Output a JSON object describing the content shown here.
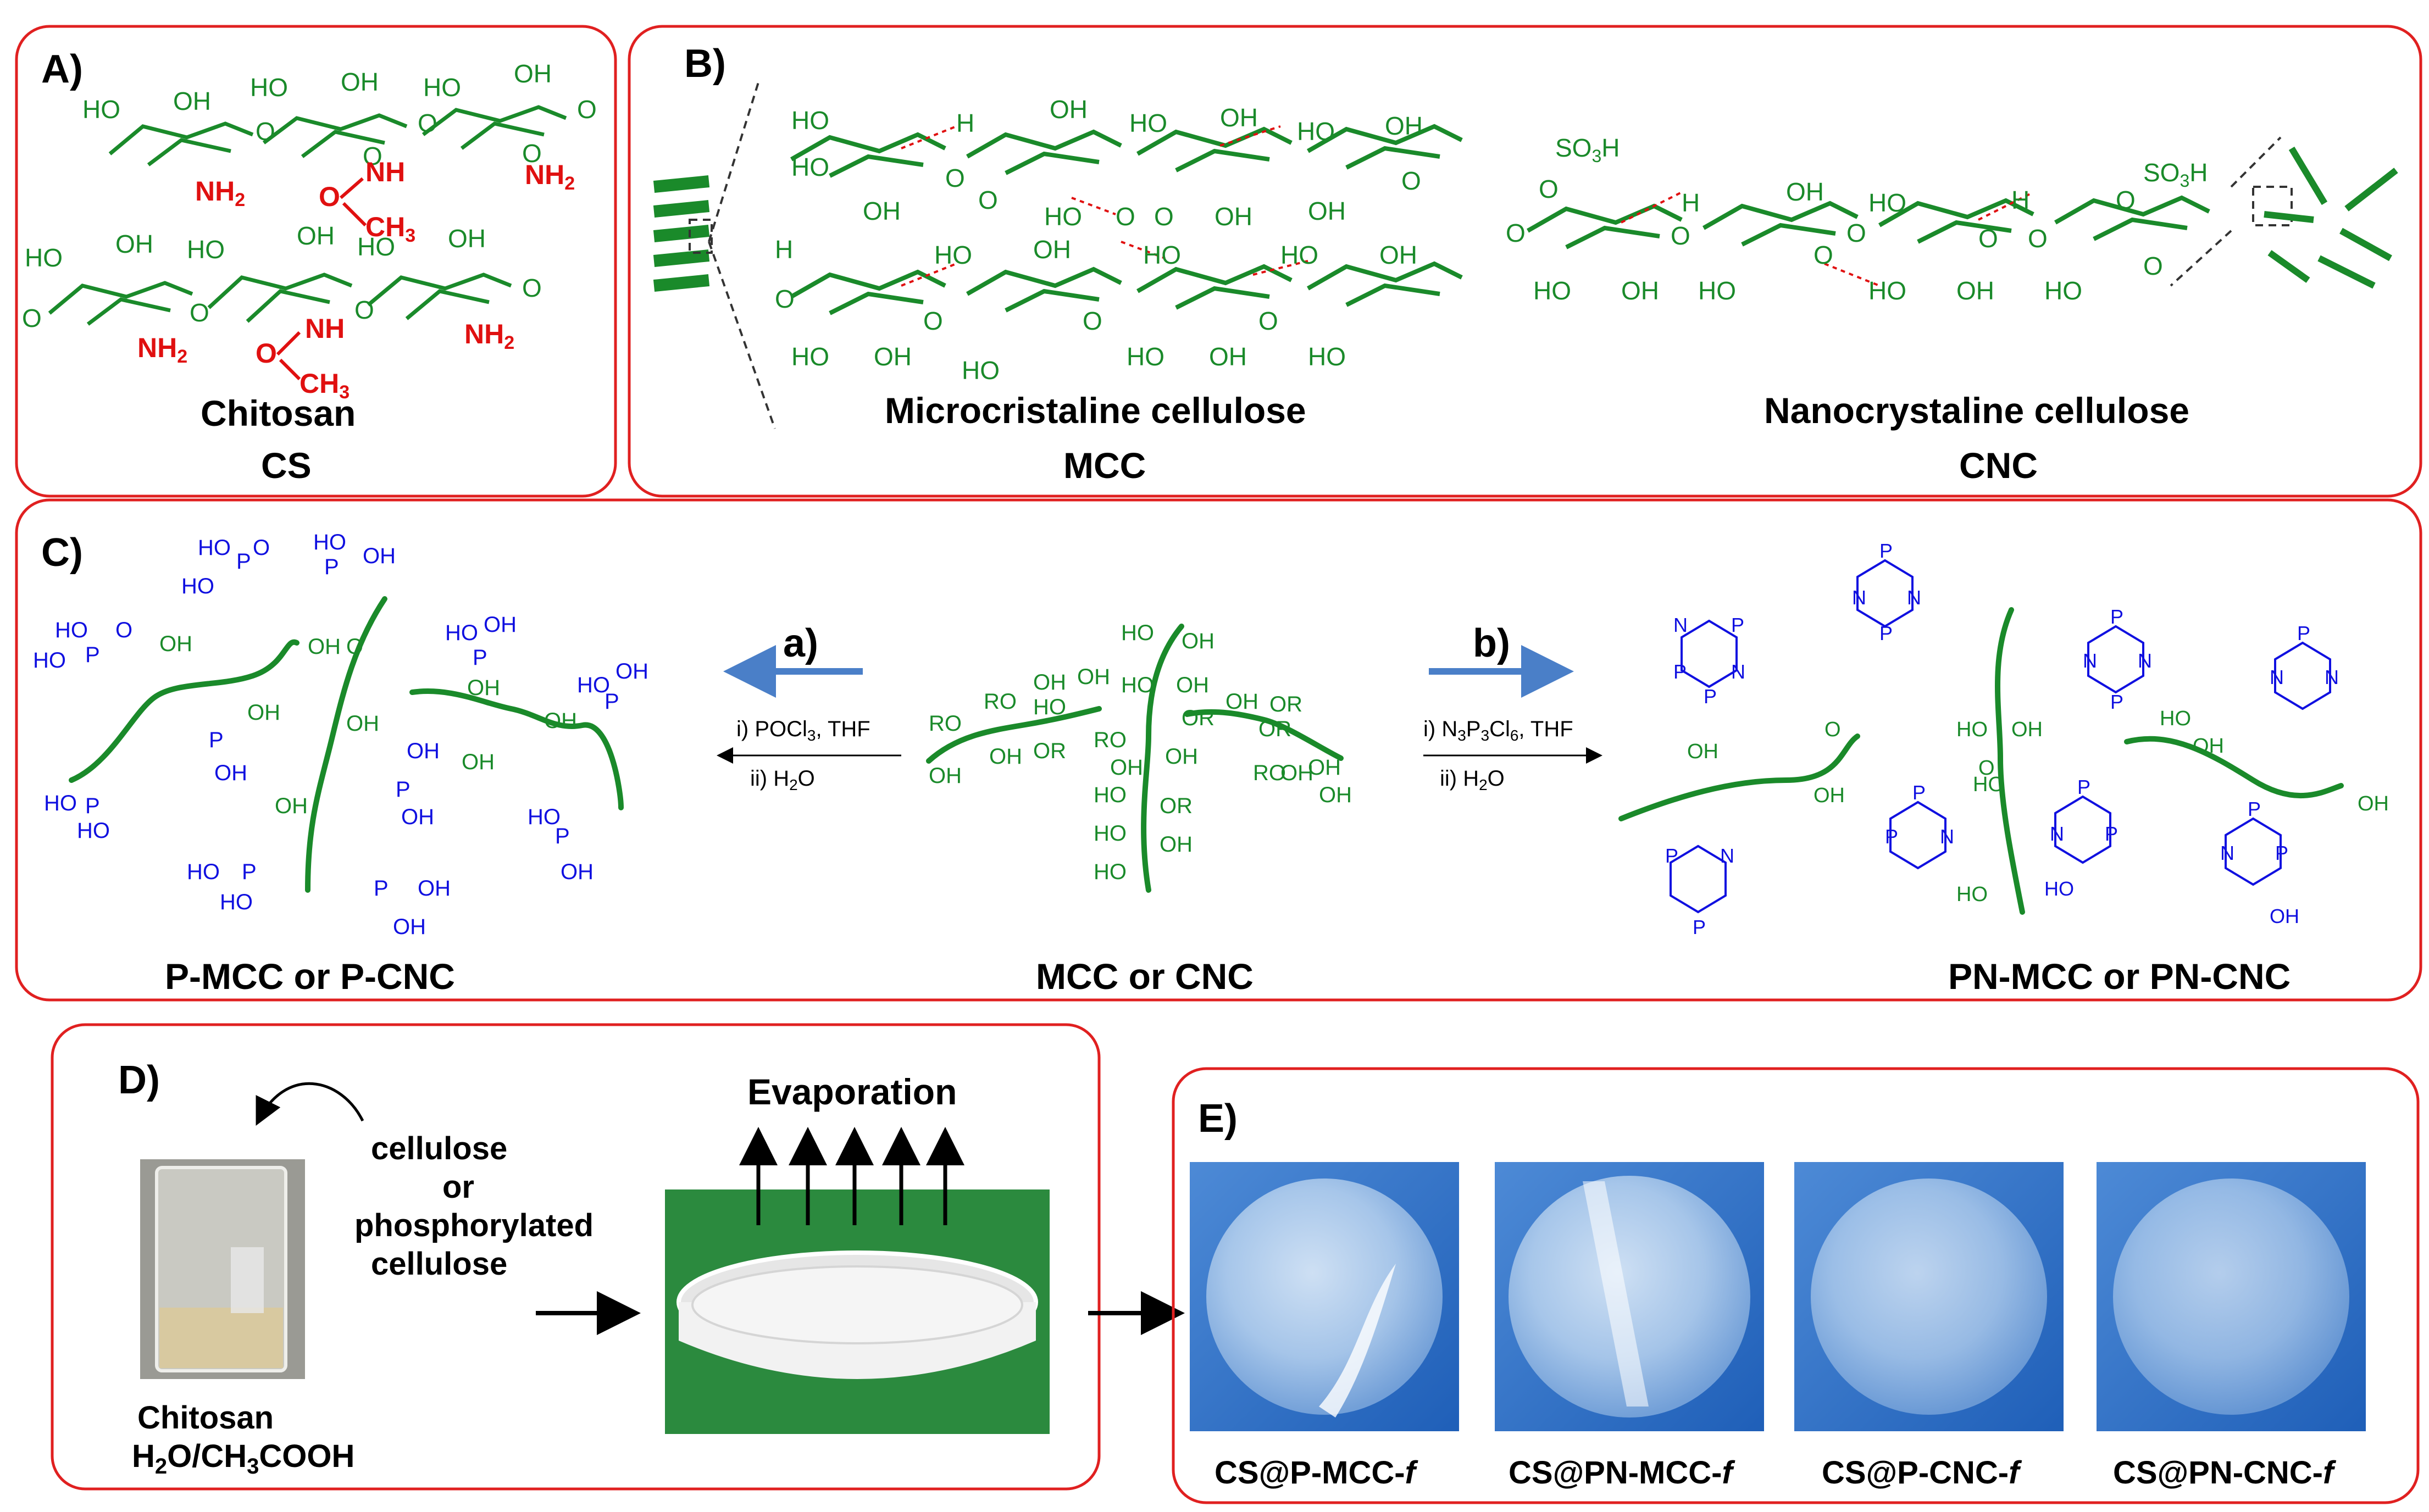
{
  "panels": {
    "A": {
      "label": "A)",
      "name": "Chitosan",
      "abbr": "CS"
    },
    "B": {
      "label": "B)",
      "left_name": "Microcristaline cellulose",
      "left_abbr": "MCC",
      "right_name": "Nanocrystaline cellulose",
      "right_abbr": "CNC"
    },
    "C": {
      "label": "C)",
      "left_name": "P-MCC or P-CNC",
      "center_name": "MCC or CNC",
      "right_name": "PN-MCC or PN-CNC",
      "route_a": {
        "label": "a)",
        "step1": "i) POCl",
        "step1_sub": "3",
        "step1_tail": ", THF",
        "step2": "ii) H",
        "step2_sub": "2",
        "step2_tail": "O"
      },
      "route_b": {
        "label": "b)",
        "step1": "i) N",
        "step1_s1": "3",
        "step1_p": "P",
        "step1_s2": "3",
        "step1_cl": "Cl",
        "step1_s3": "6",
        "step1_tail": ", THF",
        "step2": "ii) H",
        "step2_sub": "2",
        "step2_tail": "O"
      }
    },
    "D": {
      "label": "D)",
      "additive_line1": "cellulose",
      "additive_line2": "or",
      "additive_line3": "phosphorylated",
      "additive_line4": "cellulose",
      "solution_line1": "Chitosan",
      "solution_line2_a": "H",
      "solution_line2_s1": "2",
      "solution_line2_b": "O/CH",
      "solution_line2_s2": "3",
      "solution_line2_c": "COOH",
      "evaporation": "Evaporation"
    },
    "E": {
      "label": "E)",
      "films": [
        {
          "prefix": "CS@P-MCC-",
          "suffix": "f"
        },
        {
          "prefix": "CS@PN-MCC-",
          "suffix": "f"
        },
        {
          "prefix": "CS@P-CNC-",
          "suffix": "f"
        },
        {
          "prefix": "CS@PN-CNC-",
          "suffix": "f"
        }
      ]
    }
  },
  "chem_labels": {
    "ho": "HO",
    "oh": "OH",
    "o": "O",
    "h": "H",
    "nh2": "NH",
    "two": "2",
    "nh": "NH",
    "ch3": "CH",
    "three": "3",
    "so3h": "SO",
    "p": "P",
    "n": "N",
    "or": "OR",
    "ro": "RO"
  },
  "colors": {
    "panel_border": "#e02020",
    "cellulose_green": "#1a8a2a",
    "chitosan_red": "#e01010",
    "phosphorus_blue": "#1010e0",
    "arrow_blue": "#4a7fc8",
    "photo_background": "#2a6bbf"
  }
}
